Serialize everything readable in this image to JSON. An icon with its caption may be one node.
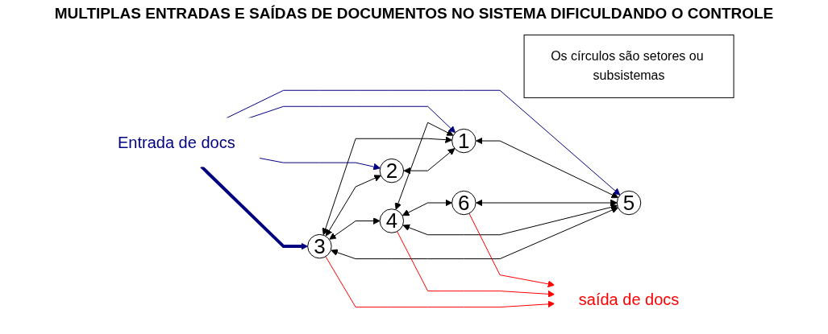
{
  "diagram": {
    "title": "MULTIPLAS ENTRADAS E SAÍDAS DE DOCUMENTOS NO SISTEMA DIFICULDANDO O CONTROLE",
    "nodes": [
      {
        "text": [
          "3"
        ]
      },
      {
        "text": [
          "2"
        ]
      },
      {
        "text": [
          "saída de docs"
        ]
      },
      {
        "text": [
          "4"
        ]
      },
      {
        "text": [
          "1"
        ]
      },
      {
        "text": [
          "6"
        ]
      },
      {
        "text": [
          "Entrada de docs"
        ]
      },
      {
        "text": [
          "Os círculos são setores ou subsistemas"
        ]
      },
      {
        "text": [
          "5"
        ]
      }
    ],
    "edges": [
      {
        "from": 0,
        "to": 1,
        "arrow": "both"
      },
      {
        "from": 1,
        "to": 4,
        "arrow": "both"
      },
      {
        "from": 0,
        "to": 4,
        "arrow": "both"
      },
      {
        "from": 0,
        "to": 3,
        "arrow": "both"
      },
      {
        "from": 0,
        "to": 8,
        "arrow": "both"
      },
      {
        "from": 3,
        "to": 4,
        "arrow": "both"
      },
      {
        "from": 3,
        "to": 8,
        "arrow": "both"
      },
      {
        "from": 3,
        "to": 5,
        "arrow": "both"
      },
      {
        "from": 5,
        "to": 8,
        "arrow": "both"
      },
      {
        "from": 4,
        "to": 8,
        "arrow": "both"
      },
      {
        "from": 6,
        "to": 0,
        "arrow": "to",
        "style": "thick",
        "color": "#000080"
      },
      {
        "from": 6,
        "to": 1,
        "arrow": "to",
        "color": "#000080"
      },
      {
        "from": 6,
        "to": 4,
        "arrow": "to",
        "color": "#000080"
      },
      {
        "from": 6,
        "to": 8,
        "arrow": "to",
        "color": "#000080"
      },
      {
        "from": 0,
        "to": 2,
        "arrow": "to",
        "color": "#ff0000"
      },
      {
        "from": 3,
        "to": 2,
        "arrow": "to",
        "color": "#ff0000"
      },
      {
        "from": 5,
        "to": 2,
        "arrow": "to",
        "color": "#ff0000"
      }
    ]
  }
}
